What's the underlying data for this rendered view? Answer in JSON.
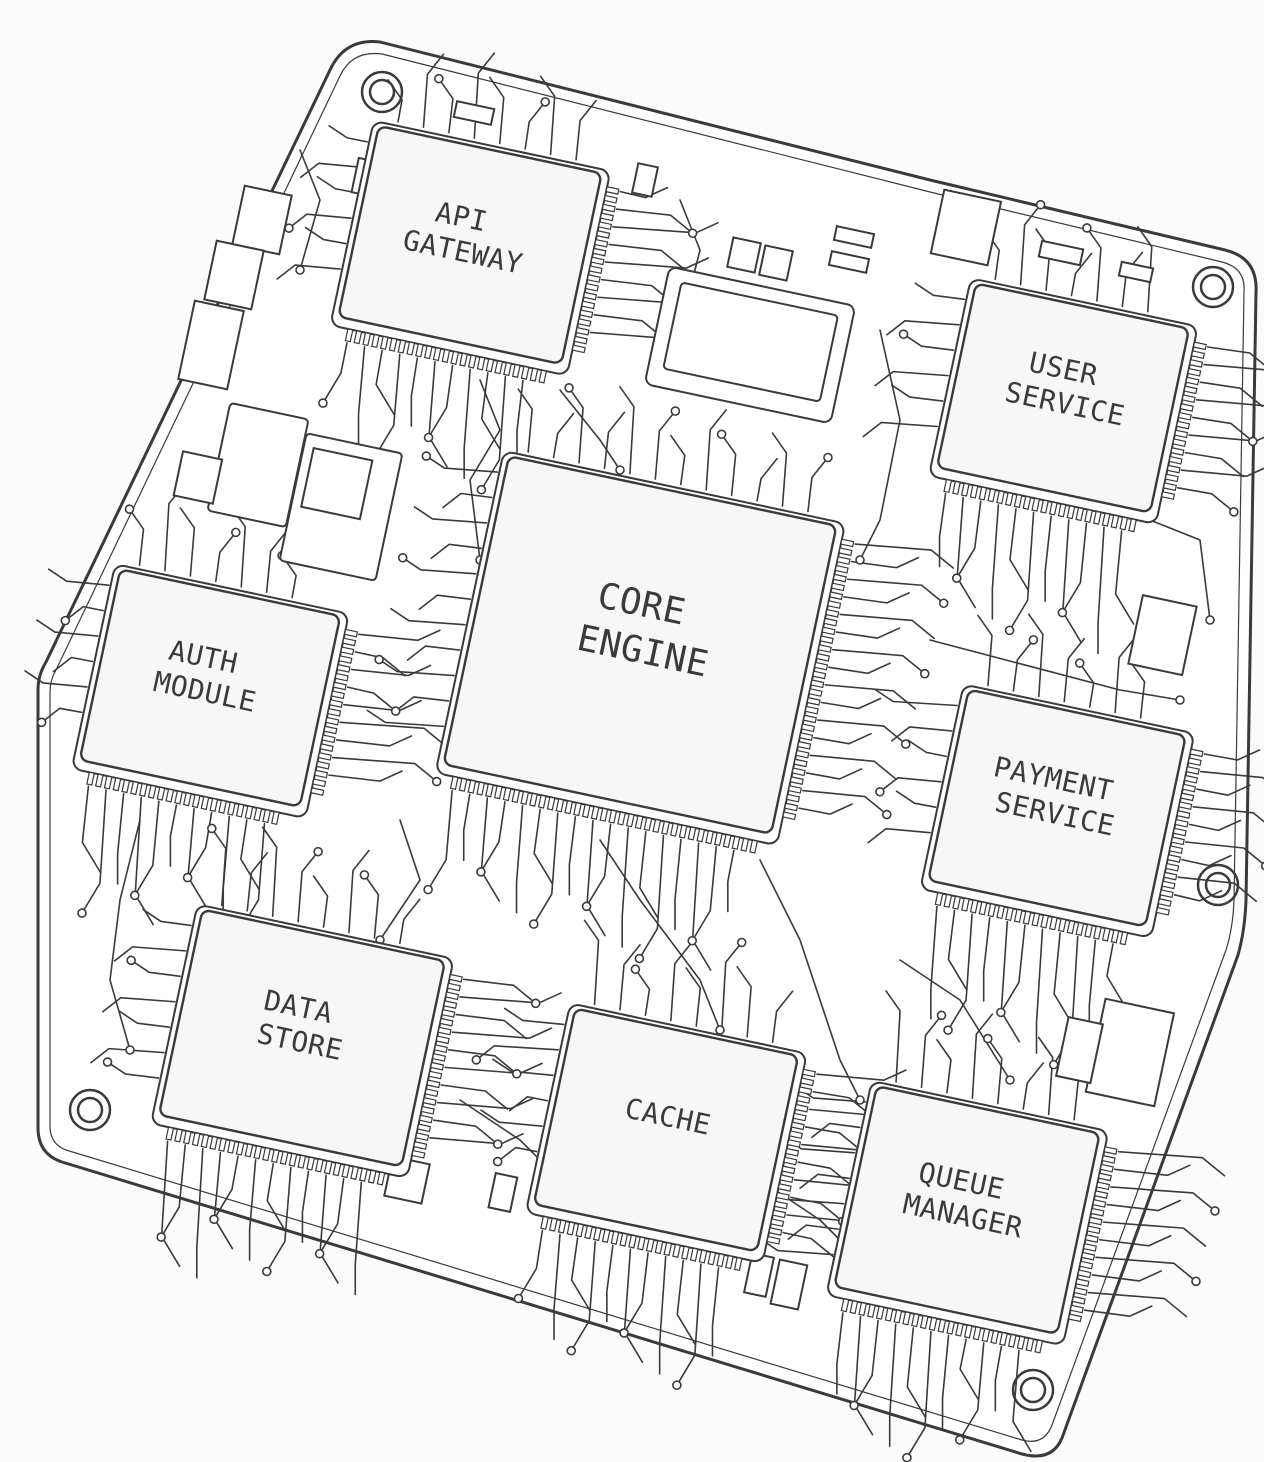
{
  "colors": {
    "ink": "#3a3a3a",
    "paper": "#fbfbfc",
    "board": "#ffffff",
    "chip": "#f7f7f7"
  },
  "chips": [
    {
      "id": "api-gateway",
      "lines": [
        "API",
        "GATEWAY"
      ]
    },
    {
      "id": "user-service",
      "lines": [
        "USER",
        "SERVICE"
      ]
    },
    {
      "id": "auth-module",
      "lines": [
        "AUTH",
        "MODULE"
      ]
    },
    {
      "id": "core-engine",
      "lines": [
        "CORE",
        "ENGINE"
      ]
    },
    {
      "id": "payment-service",
      "lines": [
        "PAYMENT",
        "SERVICE"
      ]
    },
    {
      "id": "data-store",
      "lines": [
        "DATA",
        "STORE"
      ]
    },
    {
      "id": "cache",
      "lines": [
        "CACHE"
      ]
    },
    {
      "id": "queue-manager",
      "lines": [
        "QUEUE",
        "MANAGER"
      ]
    }
  ]
}
